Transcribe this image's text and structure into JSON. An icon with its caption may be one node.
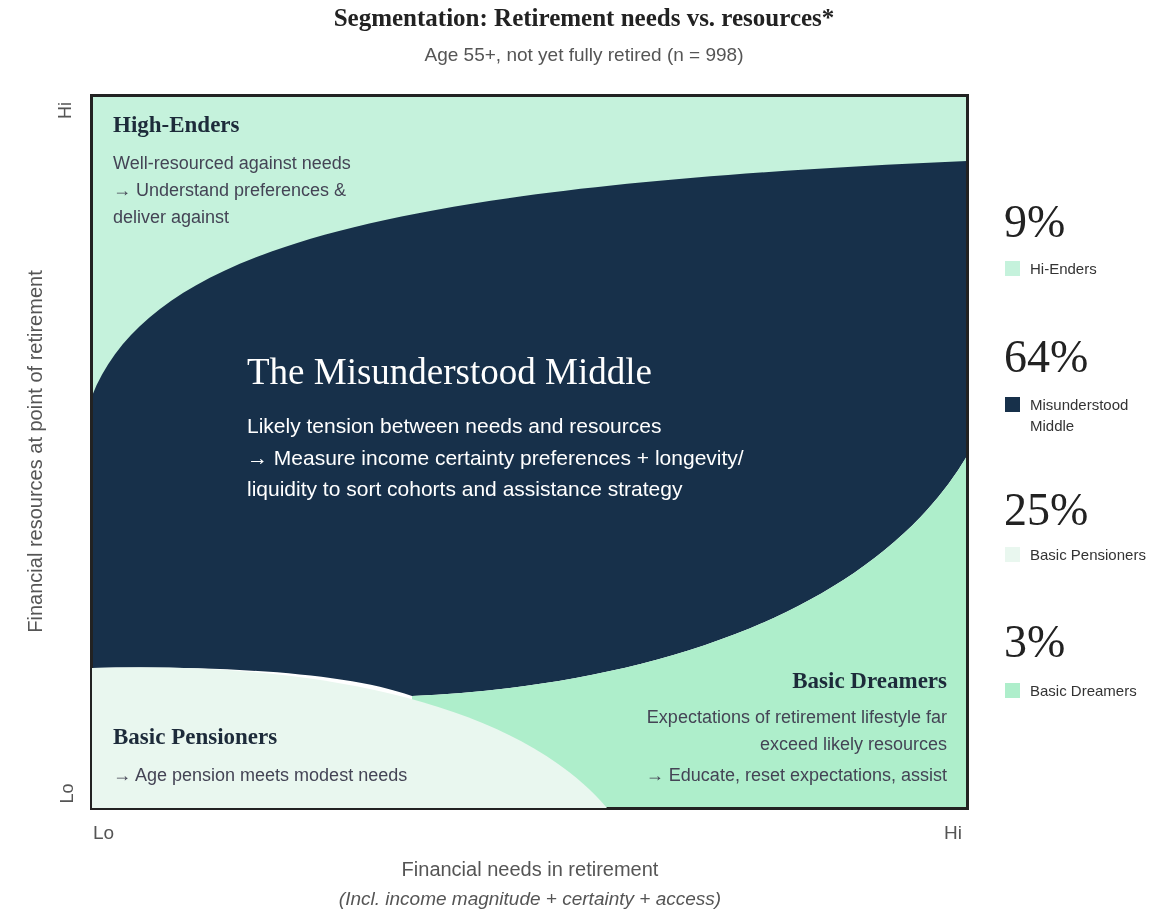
{
  "diagram": {
    "title": "Segmentation: Retirement needs vs. resources*",
    "nodes": [
      {
        "text": [
          "High-Enders",
          "Well-resourced against needs",
          "→ Understand preferences & deliver against"
        ]
      },
      {
        "text": [
          "The Misunderstood Middle",
          "Likely tension between needs and resources",
          "→ Measure income certainty preferences + longevity/ liquidity to sort cohorts and assistance strategy"
        ]
      },
      {
        "text": [
          "Basic Pensioners",
          "→ Age pension meets modest needs"
        ]
      },
      {
        "text": [
          "Basic Dreamers",
          "Expectations of retirement lifestyle far exceed likely resources",
          "→ Educate, reset expectations, assist"
        ]
      }
    ],
    "edges": [],
    "labels": [
      "Age 55+, not yet fully retired (n = 998)",
      "Hi",
      "Financial resources at point of retirement",
      "Lo",
      "9%",
      "64%",
      "25%",
      "3%",
      "Lo",
      "Hi",
      "Financial needs in retirement",
      "(Incl. income magnitude + certainty + access)"
    ],
    "legend": [
      {
        "text": "Hi-Enders",
        "color": "#c5f2dc"
      },
      {
        "text": "Misunderstood Middle",
        "color": "#17304a"
      },
      {
        "text": "Basic Pensioners",
        "color": "#e9f7ef"
      },
      {
        "text": "Basic Dreamers",
        "color": "#aeeecb"
      }
    ]
  }
}
